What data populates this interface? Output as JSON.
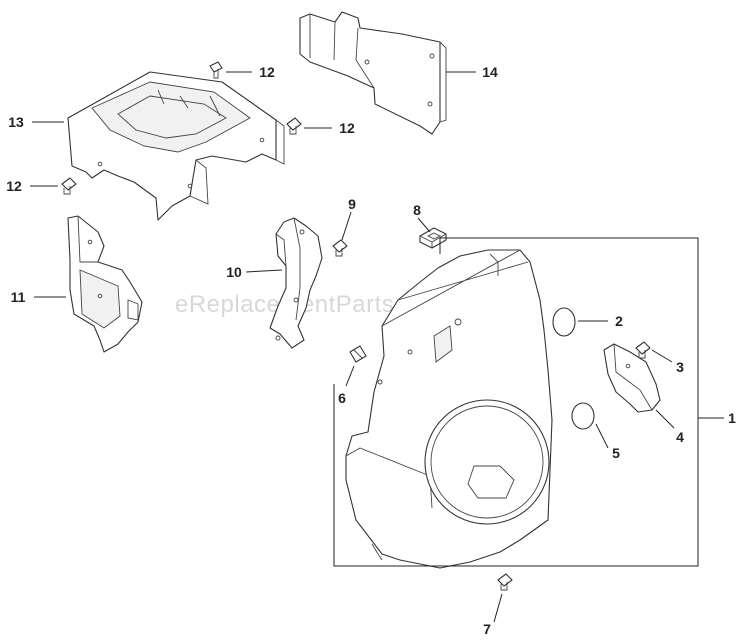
{
  "watermark": "eReplacementParts.com",
  "callouts": {
    "c1": "1",
    "c2": "2",
    "c3": "3",
    "c4": "4",
    "c5": "5",
    "c6": "6",
    "c7": "7",
    "c8": "8",
    "c9": "9",
    "c10": "10",
    "c11": "11",
    "c12a": "12",
    "c12b": "12",
    "c12c": "12",
    "c13": "13",
    "c14": "14"
  },
  "colors": {
    "line": "#333333",
    "watermark": "#d8d8d8",
    "background": "#ffffff"
  }
}
